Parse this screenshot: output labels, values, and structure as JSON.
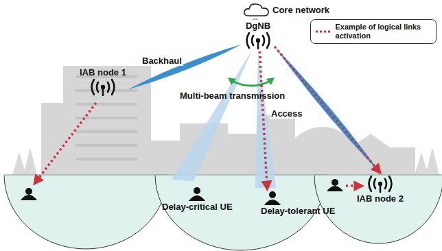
{
  "diagram": {
    "nodes": [
      {
        "text": [
          "Core network"
        ]
      },
      {
        "text": [
          "DgNB"
        ]
      },
      {
        "text": [
          "IAB node 1"
        ]
      },
      {
        "text": [
          "IAB node 2"
        ]
      },
      {
        "text": [
          "Delay-critical UE"
        ]
      },
      {
        "text": [
          "Delay-tolerant UE"
        ]
      }
    ],
    "edges": [
      {
        "from": 0,
        "to": 1,
        "arrow": "none"
      },
      {
        "from": 1,
        "to": 2,
        "label": "Backhaul",
        "arrow": "none"
      },
      {
        "from": 1,
        "to": 5,
        "label": "Access",
        "arrow": "to"
      },
      {
        "from": 1,
        "to": 3,
        "arrow": "to"
      }
    ],
    "labels": [
      "Multi-beam transmission"
    ],
    "legend": [
      {
        "text": "Example of logical links activation"
      }
    ]
  }
}
